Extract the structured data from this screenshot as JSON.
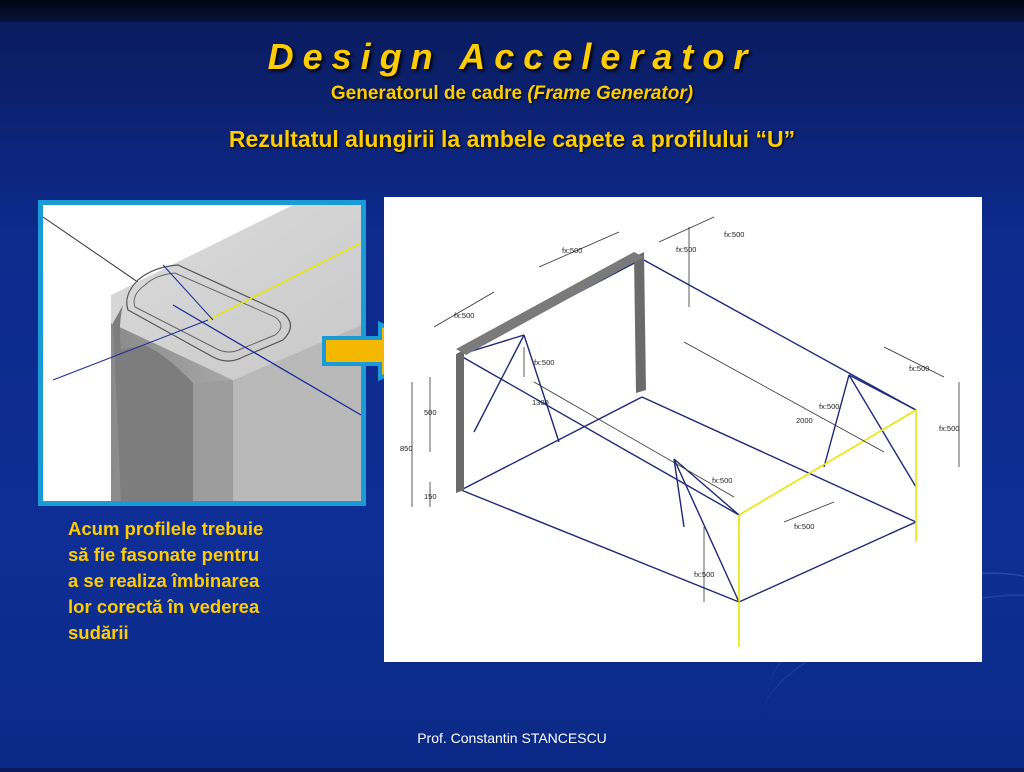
{
  "slide": {
    "title": "Design Accelerator",
    "subtitle_main": "Generatorul de cadre ",
    "subtitle_italic": "(Frame Generator)",
    "heading": "Rezultatul alungirii la ambele capete a profilului “U”",
    "caption_lines": [
      "Acum profilele trebuie",
      "să fie fasonate pentru",
      "a se realiza îmbinarea",
      "lor corectă în vederea",
      "sudării"
    ],
    "footer": "Prof. Constantin STANCESCU"
  },
  "drawing": {
    "labels": {
      "fx_top_left": "fx:500",
      "fx_top_right": "fx:500",
      "fx_vert_top": "fx:500",
      "fx_left": "fx:500",
      "fx_mid_left": "fx:500",
      "fx_right_top": "fx:500",
      "fx_right_mid": "fx:500",
      "fx_right_vert": "fx:500",
      "fx_center": "fx:500",
      "fx_front": "fx:500",
      "fx_front_vert": "fx:500",
      "dim_500": "500",
      "dim_850": "850",
      "dim_150": "150",
      "dim_1300": "1300",
      "dim_2000": "2000"
    }
  },
  "colors": {
    "accent_text": "#ffcc00",
    "frame_border": "#1a9ad6",
    "arrow_fill": "#f4b800",
    "arrow_outline": "#1a9ad6"
  }
}
